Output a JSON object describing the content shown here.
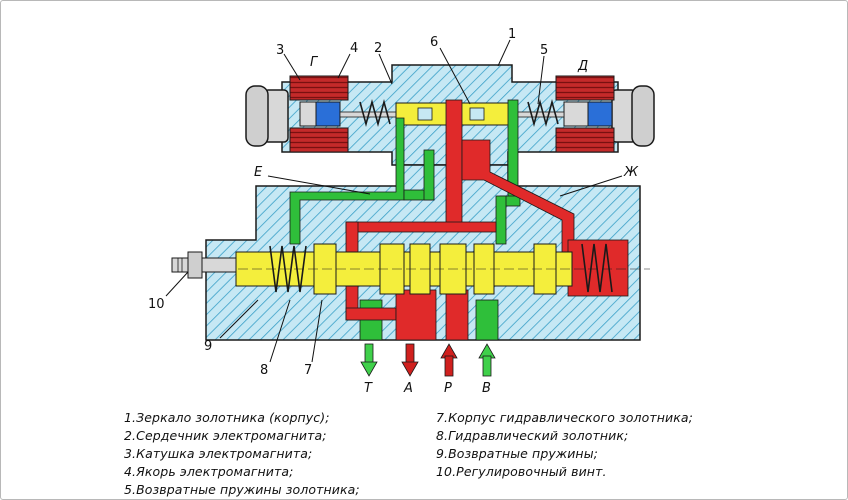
{
  "labels": {
    "n1": "1",
    "n2": "2",
    "n3": "3",
    "n4": "4",
    "n5": "5",
    "n6": "6",
    "n7": "7",
    "n8": "8",
    "n9": "9",
    "n10": "10",
    "G": "Г",
    "D": "Д",
    "E": "Е",
    "Zh": "Ж",
    "T": "T",
    "A": "A",
    "P": "P",
    "B": "B"
  },
  "legend": [
    "1.Зеркало золотника (корпус);",
    "2.Сердечник электромагнита;",
    "3.Катушка электромагнита;",
    "4.Якорь электромагнита;",
    "5.Возвратные пружины золотника;",
    "7.Корпус гидравлического золотника;",
    "8.Гидравлический золотник;",
    "9.Возвратные пружины;",
    "10.Регулировочный винт."
  ],
  "colors": {
    "body_fill": "#bfe4f2",
    "hatch": "#3aa0c8",
    "green_channel": "#2fbf3a",
    "red_channel": "#e02a2a",
    "spool": "#f4ee3c",
    "coil": "#c42a2a",
    "armature": "#2a6fd8",
    "end_cap": "#cfcfcf"
  }
}
